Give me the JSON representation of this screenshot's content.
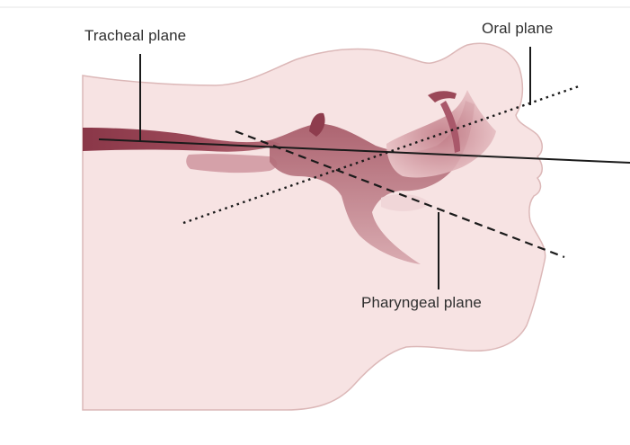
{
  "labels": {
    "tracheal": "Tracheal plane",
    "oral": "Oral plane",
    "pharyngeal": "Pharyngeal plane"
  },
  "colors": {
    "background": "#ffffff",
    "tissue": "#f6e1e1",
    "tissue_outline": "#d9b2b2",
    "airway_dark": "#8e3c4d",
    "airway_mid": "#b7707c",
    "line": "#1a1a1a",
    "label_text": "#2f2f2f"
  }
}
